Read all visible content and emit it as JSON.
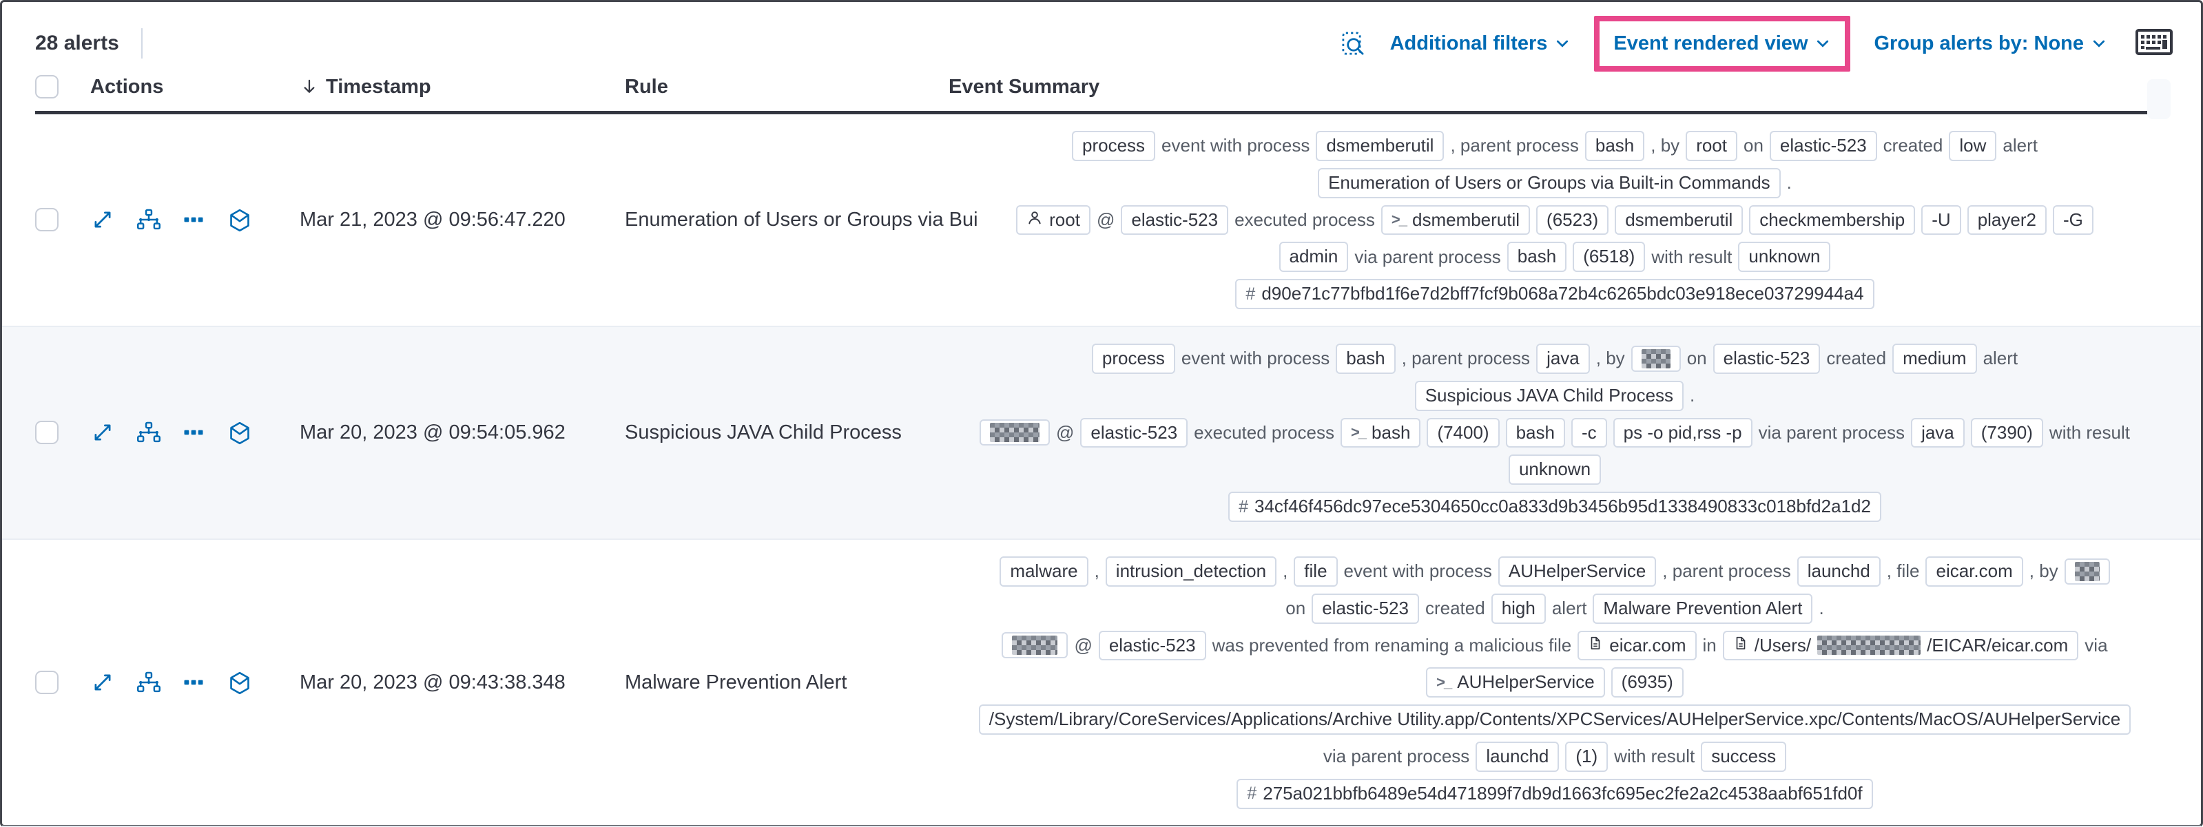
{
  "header": {
    "alerts_count": "28 alerts"
  },
  "toolbar": {
    "inspect_icon": "inspect-icon",
    "additional_filters": "Additional filters",
    "view_selector": "Event rendered view",
    "group_by": "Group alerts by: None",
    "keyboard_icon": "keyboard-shortcuts-icon"
  },
  "colors": {
    "accent_blue": "#006bb4",
    "highlight_pink": "#e8478b",
    "dark_text": "#343741",
    "badge_border": "#d3dae6",
    "stripe_bg": "#f5f7fa"
  },
  "table": {
    "columns": [
      "Actions",
      "Timestamp",
      "Rule",
      "Event Summary"
    ],
    "sort_icon": "sort-descending-arrow-icon"
  },
  "action_icons": [
    "expand-alert",
    "analyze-event",
    "more-actions",
    "open-session-view"
  ],
  "rows": [
    {
      "timestamp": "Mar 21, 2023 @ 09:56:47.220",
      "rule": "Enumeration of Users or Groups via Bui",
      "striped": false,
      "summary_lines": [
        [
          {
            "t": "badge",
            "v": "process"
          },
          {
            "t": "text",
            "v": "event with process"
          },
          {
            "t": "badge",
            "v": "dsmemberutil"
          },
          {
            "t": "text",
            "v": ", parent process"
          },
          {
            "t": "badge",
            "v": "bash"
          },
          {
            "t": "text",
            "v": ", by"
          },
          {
            "t": "badge",
            "v": "root"
          },
          {
            "t": "text",
            "v": "on"
          },
          {
            "t": "badge",
            "v": "elastic-523"
          },
          {
            "t": "text",
            "v": "created"
          },
          {
            "t": "badge",
            "v": "low"
          },
          {
            "t": "text",
            "v": "alert"
          }
        ],
        [
          {
            "t": "badge",
            "v": "Enumeration of Users or Groups via Built-in Commands"
          },
          {
            "t": "text",
            "v": "."
          }
        ],
        [
          {
            "t": "badge",
            "v": "root",
            "icon": "user"
          },
          {
            "t": "text",
            "v": "@"
          },
          {
            "t": "badge",
            "v": "elastic-523"
          },
          {
            "t": "text",
            "v": "executed process"
          },
          {
            "t": "badge",
            "v": "dsmemberutil",
            "icon": "terminal"
          },
          {
            "t": "badge",
            "v": "(6523)"
          },
          {
            "t": "badge",
            "v": "dsmemberutil"
          },
          {
            "t": "badge",
            "v": "checkmembership"
          },
          {
            "t": "badge",
            "v": "-U"
          },
          {
            "t": "badge",
            "v": "player2"
          },
          {
            "t": "badge",
            "v": "-G"
          }
        ],
        [
          {
            "t": "badge",
            "v": "admin"
          },
          {
            "t": "text",
            "v": "via parent process"
          },
          {
            "t": "badge",
            "v": "bash"
          },
          {
            "t": "badge",
            "v": "(6518)"
          },
          {
            "t": "text",
            "v": "with result"
          },
          {
            "t": "badge",
            "v": "unknown"
          }
        ],
        [
          {
            "t": "badge",
            "v": "d90e71c77bfbd1f6e7d2bff7fcf9b068a72b4c6265bdc03e918ece03729944a4",
            "icon": "hash"
          }
        ]
      ]
    },
    {
      "timestamp": "Mar 20, 2023 @ 09:54:05.962",
      "rule": "Suspicious JAVA Child Process",
      "striped": true,
      "summary_lines": [
        [
          {
            "t": "badge",
            "v": "process"
          },
          {
            "t": "text",
            "v": "event with process"
          },
          {
            "t": "badge",
            "v": "bash"
          },
          {
            "t": "text",
            "v": ", parent process"
          },
          {
            "t": "badge",
            "v": "java"
          },
          {
            "t": "text",
            "v": ", by"
          },
          {
            "t": "badge",
            "redact": 42
          },
          {
            "t": "text",
            "v": "on"
          },
          {
            "t": "badge",
            "v": "elastic-523"
          },
          {
            "t": "text",
            "v": "created"
          },
          {
            "t": "badge",
            "v": "medium"
          },
          {
            "t": "text",
            "v": "alert"
          }
        ],
        [
          {
            "t": "badge",
            "v": "Suspicious JAVA Child Process"
          },
          {
            "t": "text",
            "v": "."
          }
        ],
        [
          {
            "t": "badge",
            "redact": 72
          },
          {
            "t": "text",
            "v": "@"
          },
          {
            "t": "badge",
            "v": "elastic-523"
          },
          {
            "t": "text",
            "v": "executed process"
          },
          {
            "t": "badge",
            "v": "bash",
            "icon": "terminal"
          },
          {
            "t": "badge",
            "v": "(7400)"
          },
          {
            "t": "badge",
            "v": "bash"
          },
          {
            "t": "badge",
            "v": "-c"
          },
          {
            "t": "badge",
            "v": "ps -o pid,rss -p"
          },
          {
            "t": "text",
            "v": "via parent process"
          },
          {
            "t": "badge",
            "v": "java"
          },
          {
            "t": "badge",
            "v": "(7390)"
          },
          {
            "t": "text",
            "v": "with result"
          }
        ],
        [
          {
            "t": "badge",
            "v": "unknown"
          }
        ],
        [
          {
            "t": "badge",
            "v": "34cf46f456dc97ece5304650cc0a833d9b3456b95d1338490833c018bfd2a1d2",
            "icon": "hash"
          }
        ]
      ]
    },
    {
      "timestamp": "Mar 20, 2023 @ 09:43:38.348",
      "rule": "Malware Prevention Alert",
      "striped": false,
      "summary_lines": [
        [
          {
            "t": "badge",
            "v": "malware"
          },
          {
            "t": "text",
            "v": ","
          },
          {
            "t": "badge",
            "v": "intrusion_detection"
          },
          {
            "t": "text",
            "v": ","
          },
          {
            "t": "badge",
            "v": "file"
          },
          {
            "t": "text",
            "v": "event with process"
          },
          {
            "t": "badge",
            "v": "AUHelperService"
          },
          {
            "t": "text",
            "v": ", parent process"
          },
          {
            "t": "badge",
            "v": "launchd"
          },
          {
            "t": "text",
            "v": ", file"
          },
          {
            "t": "badge",
            "v": "eicar.com"
          },
          {
            "t": "text",
            "v": ", by"
          },
          {
            "t": "badge",
            "redact": 36
          }
        ],
        [
          {
            "t": "text",
            "v": "on"
          },
          {
            "t": "badge",
            "v": "elastic-523"
          },
          {
            "t": "text",
            "v": "created"
          },
          {
            "t": "badge",
            "v": "high"
          },
          {
            "t": "text",
            "v": "alert"
          },
          {
            "t": "badge",
            "v": "Malware Prevention Alert"
          },
          {
            "t": "text",
            "v": "."
          }
        ],
        [
          {
            "t": "badge",
            "redact": 66
          },
          {
            "t": "text",
            "v": "@"
          },
          {
            "t": "badge",
            "v": "elastic-523"
          },
          {
            "t": "text",
            "v": "was prevented from renaming a malicious file"
          },
          {
            "t": "badge",
            "v": "eicar.com",
            "icon": "file"
          },
          {
            "t": "text",
            "v": "in"
          },
          {
            "t": "badge",
            "icon": "file",
            "parts": [
              {
                "t": "text",
                "v": "/Users/"
              },
              {
                "t": "redact",
                "w": 150
              },
              {
                "t": "text",
                "v": "/EICAR/eicar.com"
              }
            ]
          },
          {
            "t": "text",
            "v": "via"
          }
        ],
        [
          {
            "t": "badge",
            "v": "AUHelperService",
            "icon": "terminal"
          },
          {
            "t": "badge",
            "v": "(6935)"
          }
        ],
        [
          {
            "t": "badge",
            "v": "/System/Library/CoreServices/Applications/Archive Utility.app/Contents/XPCServices/AUHelperService.xpc/Contents/MacOS/AUHelperService"
          }
        ],
        [
          {
            "t": "text",
            "v": "via parent process"
          },
          {
            "t": "badge",
            "v": "launchd"
          },
          {
            "t": "badge",
            "v": "(1)"
          },
          {
            "t": "text",
            "v": "with result"
          },
          {
            "t": "badge",
            "v": "success"
          }
        ],
        [
          {
            "t": "badge",
            "v": "275a021bbfb6489e54d471899f7db9d1663fc695ec2fe2a2c4538aabf651fd0f",
            "icon": "hash"
          }
        ]
      ]
    }
  ]
}
